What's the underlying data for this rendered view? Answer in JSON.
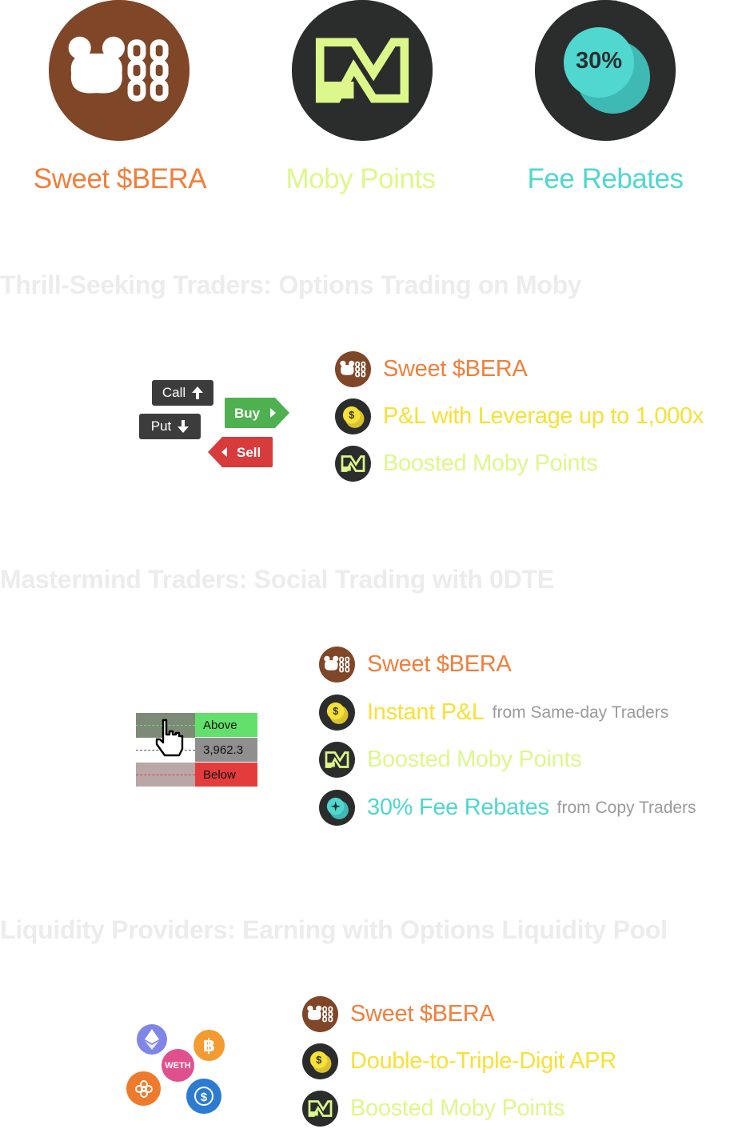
{
  "hero": {
    "items": [
      {
        "label": "Sweet $BERA",
        "color": "#f07f3c",
        "icon": "bera-chain-icon"
      },
      {
        "label": "Moby Points",
        "color": "#dcf88a",
        "icon": "moby-logo-icon"
      },
      {
        "label": "Fee Rebates",
        "color": "#4fd7d0",
        "icon": "rebate-30-icon",
        "badge": "30%"
      }
    ]
  },
  "sections": [
    {
      "title": "Thrill-Seeking Traders: Options Trading on Moby",
      "illustration": {
        "call": "Call",
        "put": "Put",
        "buy": "Buy",
        "sell": "Sell"
      },
      "benefits": [
        {
          "label": "Sweet $BERA",
          "icon": "bera-chain-icon",
          "color": "#f07f3c"
        },
        {
          "label": "P&L with Leverage up to 1,000x",
          "icon": "dollar-coin-icon",
          "color": "#f7e135"
        },
        {
          "label": "Boosted Moby Points",
          "icon": "moby-logo-icon",
          "color": "#dcf88a"
        }
      ]
    },
    {
      "title": "Mastermind Traders: Social Trading with 0DTE",
      "illustration": {
        "above": "Above",
        "price": "3,962.3",
        "below": "Below"
      },
      "benefits": [
        {
          "label": "Sweet $BERA",
          "icon": "bera-chain-icon",
          "color": "#f07f3c",
          "sub": ""
        },
        {
          "label": "Instant P&L",
          "icon": "dollar-coin-icon",
          "color": "#f7e135",
          "sub": "from Same-day Traders"
        },
        {
          "label": "Boosted Moby Points",
          "icon": "moby-logo-icon",
          "color": "#dcf88a",
          "sub": ""
        },
        {
          "label": "30% Fee Rebates",
          "icon": "rebate-icon",
          "color": "#4fd7d0",
          "sub": "from Copy Traders"
        }
      ]
    },
    {
      "title": "Liquidity Providers: Earning with Options Liquidity Pool",
      "illustration": {
        "weth": "WETH"
      },
      "benefits": [
        {
          "label": "Sweet $BERA",
          "icon": "bera-chain-icon",
          "color": "#f07f3c"
        },
        {
          "label": "Double-to-Triple-Digit APR",
          "icon": "dollar-coin-icon",
          "color": "#f7e135"
        },
        {
          "label": "Boosted Moby Points",
          "icon": "moby-logo-icon",
          "color": "#dcf88a"
        }
      ]
    }
  ],
  "colors": {
    "bera_brown": "#7f4627",
    "dark": "#2b2d2d",
    "buy_green": "#4fb04f",
    "sell_red": "#d83b3b",
    "above_green": "#63e06b",
    "below_red": "#e43c3c"
  }
}
